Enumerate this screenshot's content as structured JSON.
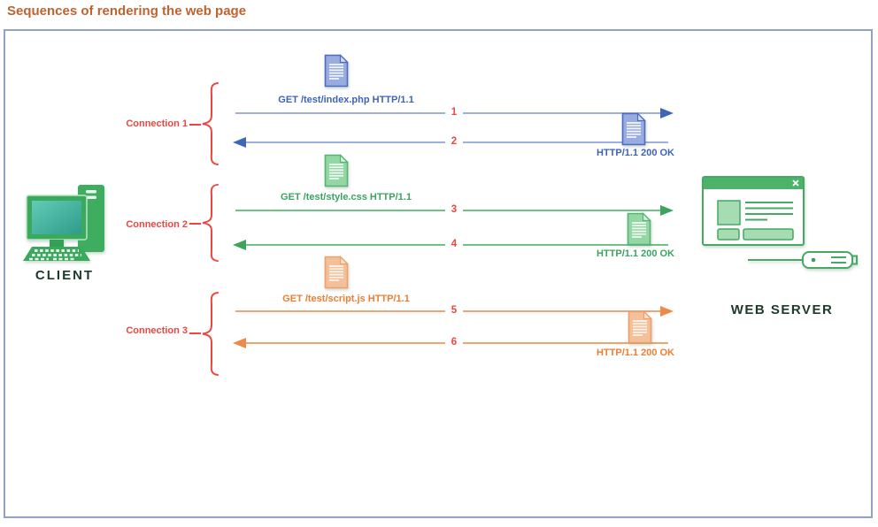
{
  "title": "Sequences of rendering the web page",
  "client": {
    "label": "CLIENT"
  },
  "server": {
    "label": "WEB SERVER"
  },
  "connections": [
    {
      "label": "Connection 1",
      "color": "#3E63B5",
      "request": {
        "text": "GET /test/index.php HTTP/1.1",
        "seq": "1"
      },
      "response": {
        "text": "HTTP/1.1 200 OK",
        "seq": "2"
      }
    },
    {
      "label": "Connection 2",
      "color": "#3BA360",
      "request": {
        "text": "GET /test/style.css HTTP/1.1",
        "seq": "3"
      },
      "response": {
        "text": "HTTP/1.1 200 OK",
        "seq": "4"
      }
    },
    {
      "label": "Connection 3",
      "color": "#ED7D31",
      "request": {
        "text": "GET /test/script.js HTTP/1.1",
        "seq": "5"
      },
      "response": {
        "text": "HTTP/1.1 200 OK",
        "seq": "6"
      }
    }
  ],
  "accent_colors": {
    "title": "#C0622F",
    "box_border": "#93A2C2",
    "red": "#EE4540",
    "blue": "#3E66B8",
    "green": "#3EA35C",
    "orange": "#ED8A47"
  }
}
